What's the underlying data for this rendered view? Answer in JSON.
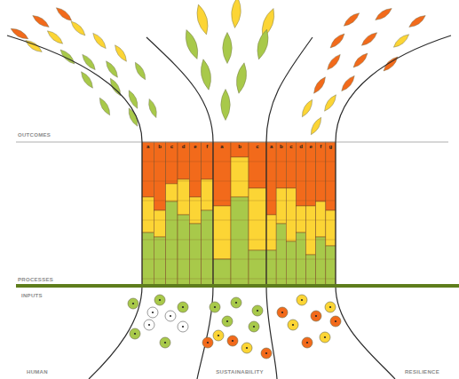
{
  "diagram": {
    "labels": [
      "OUTCOMES",
      "PROCESSES",
      "INPUTS",
      "HUMAN",
      "SUSTAINABILITY",
      "RESILIENCE",
      "a",
      "b",
      "c",
      "d",
      "e",
      "f",
      "a",
      "b",
      "c",
      "a",
      "b",
      "c",
      "d",
      "e",
      "f",
      "g"
    ]
  }
}
